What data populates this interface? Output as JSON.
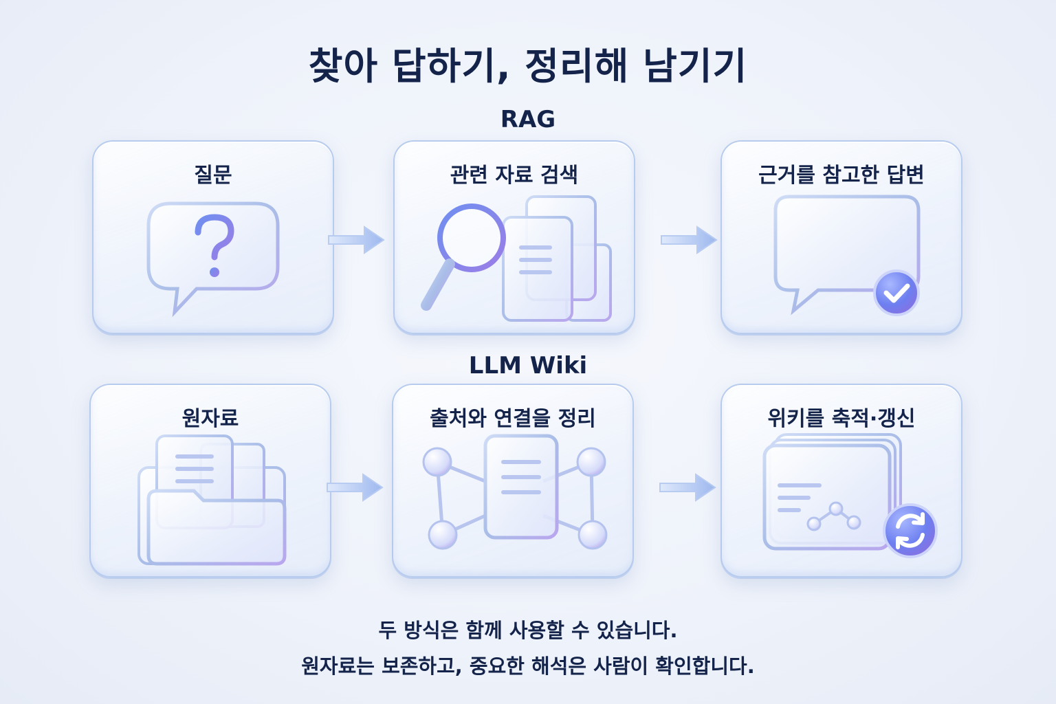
{
  "title": "찾아 답하기, 정리해 남기기",
  "rag": {
    "label": "RAG",
    "steps": [
      {
        "label": "질문",
        "icon": "question-bubble-icon"
      },
      {
        "label": "관련 자료 검색",
        "icon": "magnifier-documents-icon"
      },
      {
        "label": "근거를 참고한 답변",
        "icon": "answer-bubble-check-icon"
      }
    ]
  },
  "wiki": {
    "label": "LLM Wiki",
    "steps": [
      {
        "label": "원자료",
        "icon": "folder-documents-icon"
      },
      {
        "label": "출처와 연결을 정리",
        "icon": "document-network-icon"
      },
      {
        "label": "위키를 축적·갱신",
        "icon": "wiki-pages-refresh-icon"
      }
    ]
  },
  "footer": {
    "line1": "두 방식은 함께 사용할 수 있습니다.",
    "line2": "원자료는 보존하고, 중요한 해석은 사람이 확인합니다."
  },
  "colors": {
    "text": "#14234a",
    "glass_border": "#b0c6ec",
    "accent_blue": "#5b7fe8",
    "accent_purple": "#9a86ec"
  }
}
